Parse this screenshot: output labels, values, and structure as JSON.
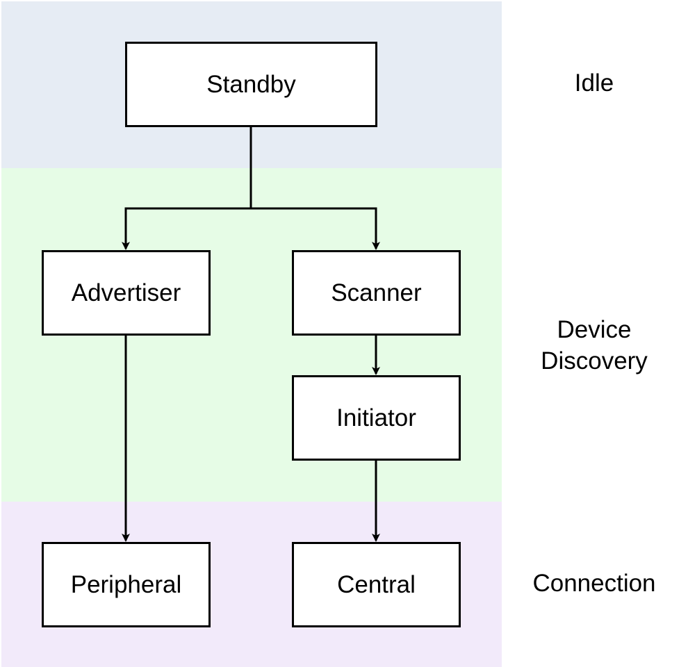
{
  "colors": {
    "idle_band": "#E6ECF4",
    "discovery_band": "#E6FCE6",
    "connection_band": "#F2EAFA",
    "stroke": "#000000",
    "node_fill": "#FFFFFF"
  },
  "bands": {
    "idle": "Idle",
    "discovery": "Device\nDiscovery",
    "connection": "Connection"
  },
  "nodes": {
    "standby": "Standby",
    "advertiser": "Advertiser",
    "scanner": "Scanner",
    "initiator": "Initiator",
    "peripheral": "Peripheral",
    "central": "Central"
  },
  "edges": [
    {
      "from": "standby",
      "to": "advertiser"
    },
    {
      "from": "standby",
      "to": "scanner"
    },
    {
      "from": "scanner",
      "to": "initiator"
    },
    {
      "from": "advertiser",
      "to": "peripheral"
    },
    {
      "from": "initiator",
      "to": "central"
    }
  ]
}
